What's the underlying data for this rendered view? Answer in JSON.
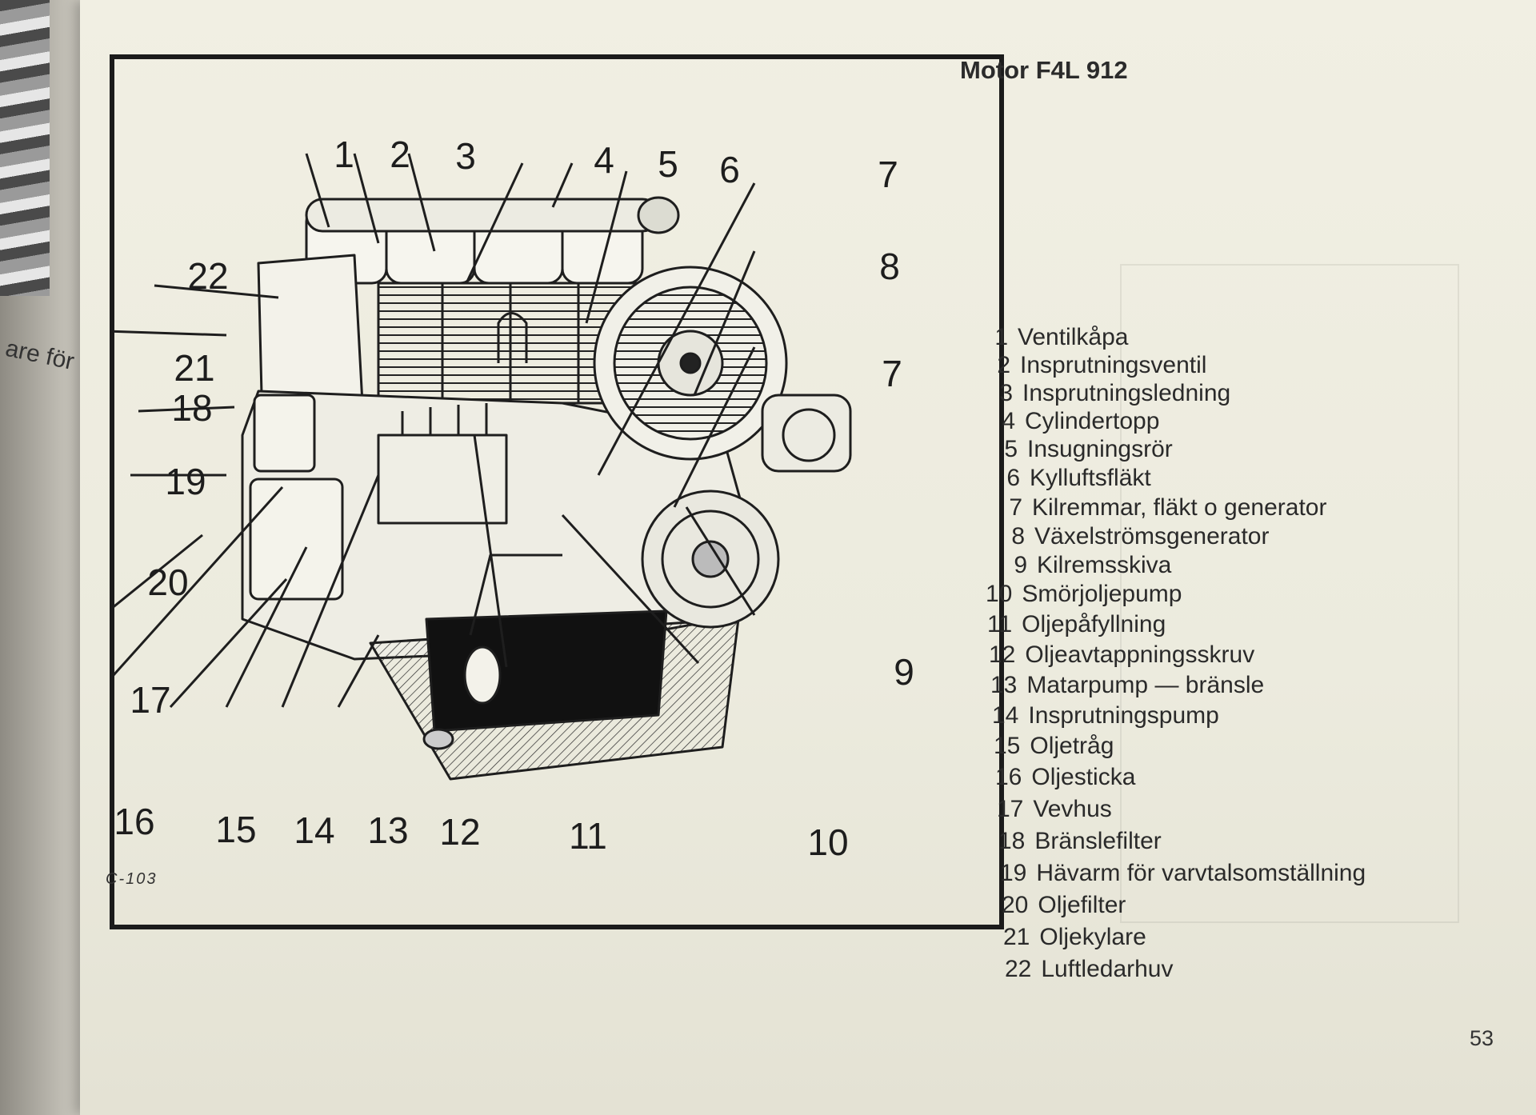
{
  "prev_page": {
    "text": "are för\ne"
  },
  "figure_code": "C-103",
  "title": "Motor F4L 912",
  "callouts": [
    "1",
    "2",
    "3",
    "4",
    "5",
    "6",
    "7",
    "8",
    "7",
    "9",
    "10",
    "11",
    "12",
    "13",
    "14",
    "15",
    "16",
    "17",
    "18",
    "19",
    "20",
    "21",
    "22"
  ],
  "legend": [
    {
      "num": "1",
      "label": "Ventilkåpa"
    },
    {
      "num": "2",
      "label": "Insprutningsventil"
    },
    {
      "num": "3",
      "label": "Insprutningsledning"
    },
    {
      "num": "4",
      "label": "Cylindertopp"
    },
    {
      "num": "5",
      "label": "Insugningsrör"
    },
    {
      "num": "6",
      "label": "Kylluftsfläkt"
    },
    {
      "num": "7",
      "label": "Kilremmar, fläkt o generator"
    },
    {
      "num": "8",
      "label": "Växelströmsgenerator"
    },
    {
      "num": "9",
      "label": "Kilremsskiva"
    },
    {
      "num": "10",
      "label": "Smörjoljepump"
    },
    {
      "num": "11",
      "label": "Oljepåfyllning"
    },
    {
      "num": "12",
      "label": "Oljeavtappningsskruv"
    },
    {
      "num": "13",
      "label": "Matarpump — bränsle"
    },
    {
      "num": "14",
      "label": "Insprutningspump"
    },
    {
      "num": "15",
      "label": "Oljetråg"
    },
    {
      "num": "16",
      "label": "Oljesticka"
    },
    {
      "num": "17",
      "label": "Vevhus"
    },
    {
      "num": "18",
      "label": "Bränslefilter"
    },
    {
      "num": "19",
      "label": "Hävarm för varvtalsomställning"
    },
    {
      "num": "20",
      "label": "Oljefilter"
    },
    {
      "num": "21",
      "label": "Oljekylare"
    },
    {
      "num": "22",
      "label": "Luftledarhuv"
    }
  ],
  "page_number": "53"
}
